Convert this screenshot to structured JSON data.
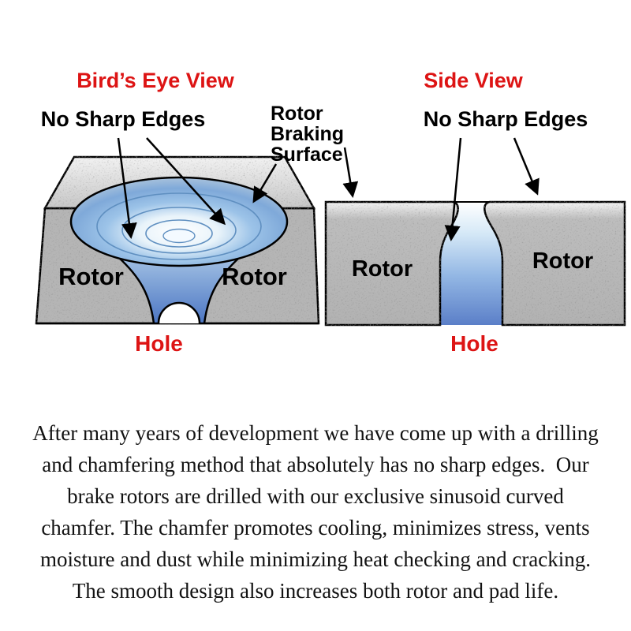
{
  "birdseye": {
    "title": "Bird’s Eye View",
    "no_sharp_edges": "No Sharp Edges",
    "rotor_left": "Rotor",
    "rotor_right": "Rotor",
    "hole": "Hole"
  },
  "rotor_braking_surface": {
    "line1": "Rotor",
    "line2": "Braking",
    "line3": "Surface"
  },
  "sideview": {
    "title": "Side View",
    "no_sharp_edges": "No Sharp Edges",
    "rotor_left": "Rotor",
    "rotor_right": "Rotor",
    "hole": "Hole"
  },
  "paragraph": {
    "lines": [
      "After many years of development we have come up with a drilling",
      "and chamfering method that absolutely has no sharp edges.  Our",
      "brake rotors are drilled with our exclusive sinusoid curved",
      "chamfer. The chamfer promotes cooling, minimizes stress, vents",
      "moisture and dust while minimizing heat checking and cracking.",
      "The smooth design also increases both rotor and pad life."
    ]
  },
  "colors": {
    "heading_red": "#dd1414",
    "label_black": "#000000",
    "rotor_gray": "#b5b5b5",
    "rotor_top_gray": "#d9d9d9",
    "chamfer_blue_light": "#d6e9f7",
    "chamfer_blue_deep": "#4a74c2"
  }
}
